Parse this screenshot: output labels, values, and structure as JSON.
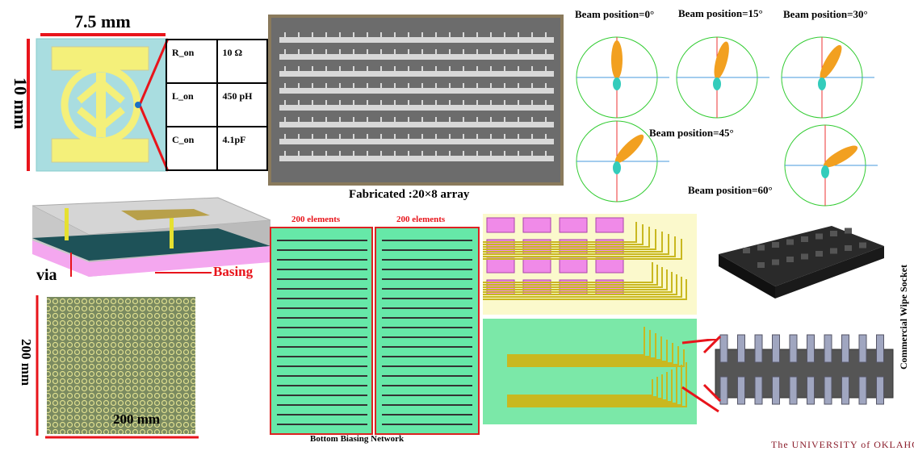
{
  "unit_cell": {
    "width_label": "7.5 mm",
    "height_label": "10 mm",
    "table": [
      {
        "param": "R_on",
        "value": "10 Ω"
      },
      {
        "param": "L_on",
        "value": "450 pH"
      },
      {
        "param": "C_on",
        "value": "4.1pF"
      }
    ]
  },
  "fabricated": {
    "caption": "Fabricated :20×8 array"
  },
  "beams": [
    {
      "label": "Beam position=0°",
      "angle": 0
    },
    {
      "label": "Beam position=15°",
      "angle": 15
    },
    {
      "label": "Beam position=30°",
      "angle": 30
    },
    {
      "label": "Beam position=45°",
      "angle": 45
    },
    {
      "label": "Beam position=60°",
      "angle": 60
    }
  ],
  "cell3d": {
    "via_label": "via",
    "basing_label": "Basing"
  },
  "array": {
    "height_label": "200 mm",
    "width_label": "200 mm"
  },
  "biasing": {
    "left_label": "200 elements",
    "right_label": "200 elements",
    "caption": "Bottom Biasing Network"
  },
  "socket": {
    "label": "Commercial Wipe Socket"
  },
  "footer": {
    "logo_text": "The UNIVERSITY of OKLAHOMA"
  },
  "colors": {
    "annotation_red": "#e8141b",
    "substrate": "#a9dde0",
    "copper": "#f4f07a",
    "green_board": "#66e8a8"
  }
}
